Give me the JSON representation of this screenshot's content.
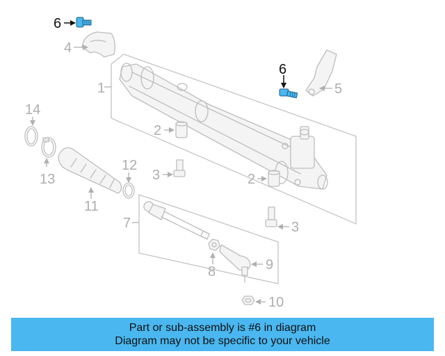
{
  "callouts": {
    "c1": "1",
    "c2a": "2",
    "c2b": "2",
    "c3a": "3",
    "c3b": "3",
    "c4": "4",
    "c5": "5",
    "c6a": "6",
    "c6b": "6",
    "c7": "7",
    "c8": "8",
    "c9": "9",
    "c10": "10",
    "c11": "11",
    "c12": "12",
    "c13": "13",
    "c14": "14"
  },
  "highlight_part": "6",
  "colors": {
    "highlight": "#4ab7f0",
    "banner": "#4ab7f0",
    "outline": "#bdbdbd"
  },
  "banner": {
    "line1": "Part or sub-assembly is #6 in diagram",
    "line2": "Diagram may not be specific to your vehicle"
  }
}
